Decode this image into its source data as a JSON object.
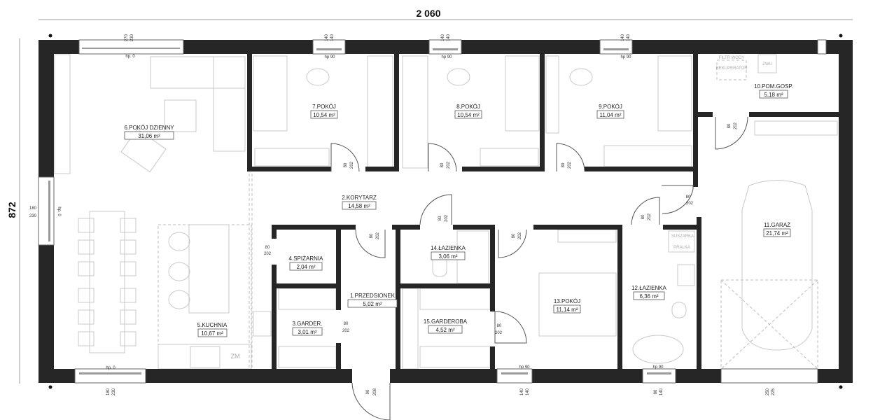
{
  "dimensions": {
    "width_total": "2 060",
    "depth_total": "872"
  },
  "rooms": [
    {
      "name": "1.PRZEDSIONEK",
      "area": "5,02 m²"
    },
    {
      "name": "2.KORYTARZ",
      "area": "14,58 m²"
    },
    {
      "name": "3.GARDER.",
      "area": "3,01 m²"
    },
    {
      "name": "4.SPIŻARNIA",
      "area": "2,04 m²"
    },
    {
      "name": "5.KUCHNIA",
      "area": "10,67 m²"
    },
    {
      "name": "6.POKÓJ DZIENNY",
      "area": "31,06 m²"
    },
    {
      "name": "7.POKÓJ",
      "area": "10,54 m²"
    },
    {
      "name": "8.POKÓJ",
      "area": "10,54 m²"
    },
    {
      "name": "9.POKÓJ",
      "area": "11,04 m²"
    },
    {
      "name": "10.POM.GOSP.",
      "area": "5,18 m²"
    },
    {
      "name": "11.GARAŻ",
      "area": "21,74 m²"
    },
    {
      "name": "12.ŁAZIENKA",
      "area": "6,36 m²"
    },
    {
      "name": "13.POKÓJ",
      "area": "11,14 m²"
    },
    {
      "name": "14.ŁAZIENKA",
      "area": "3,06 m²"
    },
    {
      "name": "15.GARDEROBA",
      "area": "4,52 m²"
    }
  ],
  "windows": [
    {
      "w": "270",
      "h": "230",
      "sill": "hp. 0"
    },
    {
      "w": "140",
      "h": "140",
      "sill": "hp 90"
    },
    {
      "w": "140",
      "h": "140",
      "sill": "hp 90"
    },
    {
      "w": "140",
      "h": "140",
      "sill": "hp 90"
    },
    {
      "w": "180",
      "h": "230",
      "sill": "hp. 0"
    },
    {
      "w": "180",
      "h": "230",
      "sill": "hp. 0"
    },
    {
      "w": "140",
      "h": "140",
      "sill": "hp 90"
    },
    {
      "w": "80",
      "h": "140",
      "sill": "hp 90"
    },
    {
      "w": "250",
      "h": "225"
    },
    {
      "w": "90",
      "h": "208"
    }
  ],
  "doors": {
    "w": "80",
    "h": "202"
  },
  "appliances": {
    "filter": "FILTR WODY",
    "recuperator": "REKUPERATOR",
    "boiler": "ZWU",
    "dryer": "SUSZARKA",
    "washer": "PRALKA",
    "fridge": "ZM"
  }
}
